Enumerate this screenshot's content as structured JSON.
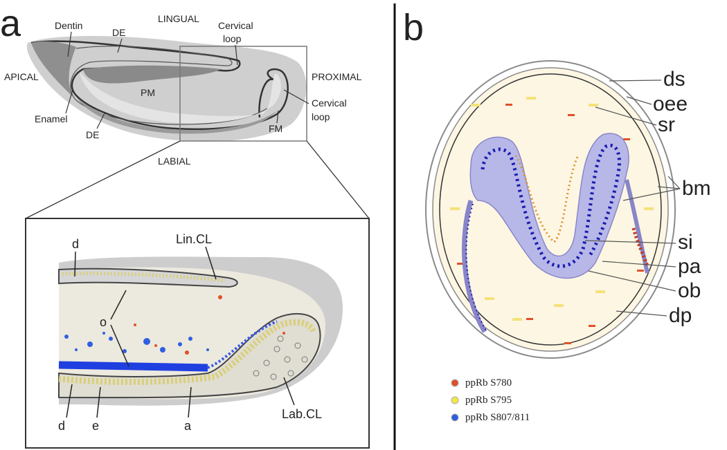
{
  "panel_a": {
    "letter": "a",
    "top_labels": {
      "dentin": "Dentin",
      "de_top": "DE",
      "lingual": "LINGUAL",
      "cervical_loop_top_1": "Cervical",
      "cervical_loop_top_2": "loop",
      "apical": "APICAL",
      "proximal": "PROXIMAL",
      "pm": "PM",
      "cervical_loop_right_1": "Cervical",
      "cervical_loop_right_2": "loop",
      "enamel": "Enamel",
      "de_bottom": "DE",
      "fm": "FM",
      "labial": "LABIAL"
    },
    "zoom_labels": {
      "d_top": "d",
      "lin_cl": "Lin.CL",
      "o": "o",
      "d_bottom": "d",
      "e": "e",
      "a": "a",
      "lab_cl": "Lab.CL"
    }
  },
  "panel_b": {
    "letter": "b",
    "labels": {
      "ds": "ds",
      "oee": "oee",
      "sr": "sr",
      "bm": "bm",
      "si": "si",
      "pa": "pa",
      "ob": "ob",
      "dp": "dp"
    },
    "legend": [
      {
        "label": "ppRb S780",
        "color": "#e0502a"
      },
      {
        "label": "ppRb S795",
        "color": "#f2e84a"
      },
      {
        "label": "ppRb S807/811",
        "color": "#2f5fe0"
      }
    ]
  }
}
